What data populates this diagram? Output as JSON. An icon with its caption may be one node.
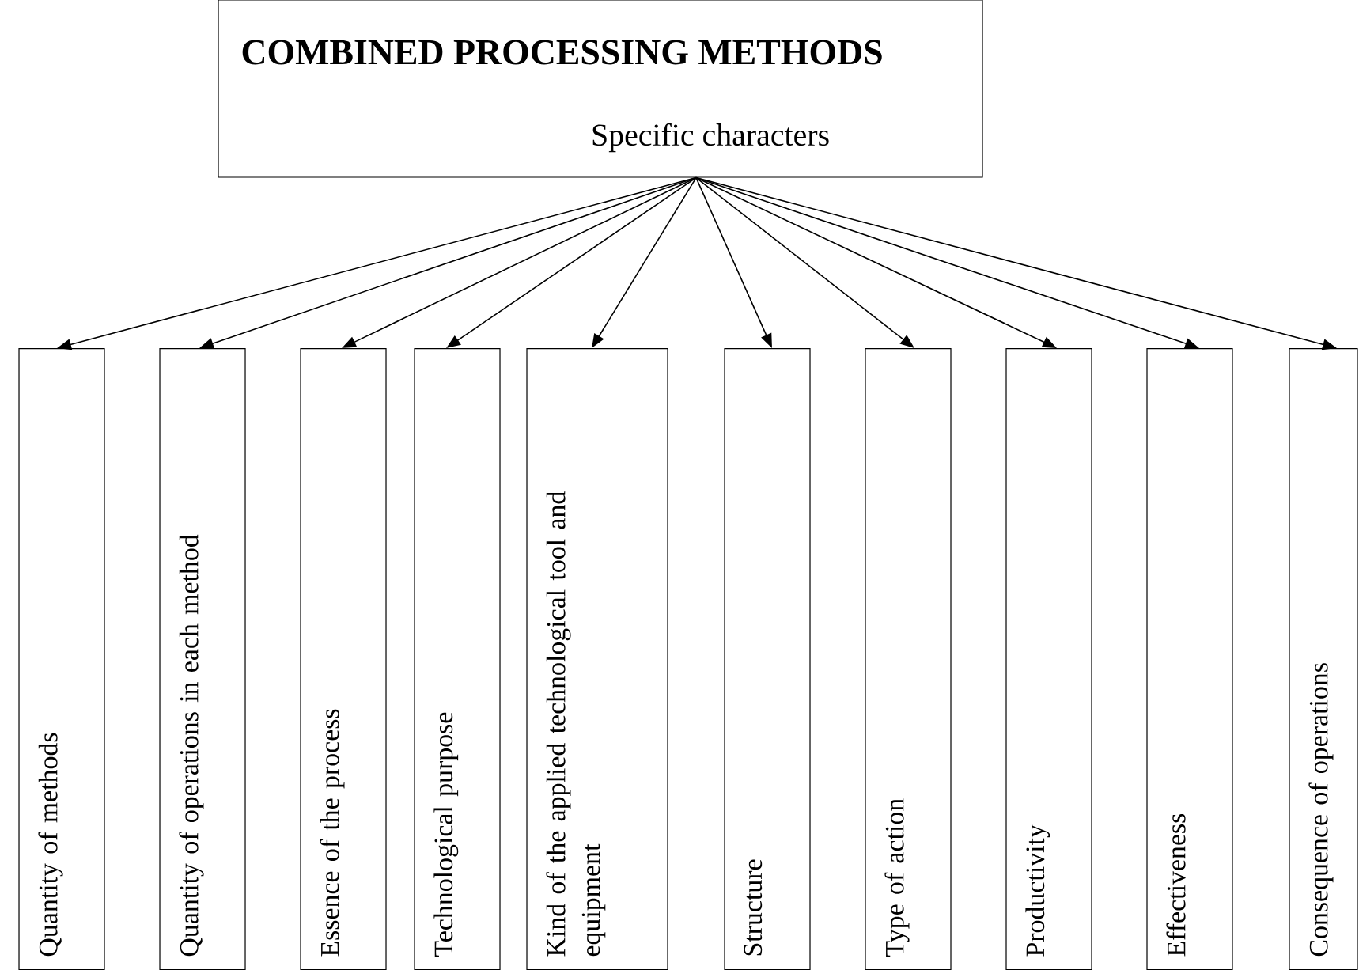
{
  "diagram": {
    "nodes": [
      {
        "text": [
          "COMBINED PROCESSING METHODS",
          "Specific characters"
        ]
      },
      {
        "text": [
          "Quantity of methods"
        ]
      },
      {
        "text": [
          "Quantity of operations in each method"
        ]
      },
      {
        "text": [
          "Essence of the process"
        ]
      },
      {
        "text": [
          "Technological purpose"
        ]
      },
      {
        "text": [
          "Kind of the applied technological tool and equipment"
        ]
      },
      {
        "text": [
          "Structure"
        ]
      },
      {
        "text": [
          "Type of action"
        ]
      },
      {
        "text": [
          "Productivity"
        ]
      },
      {
        "text": [
          "Effectiveness"
        ]
      },
      {
        "text": [
          "Consequence of operations"
        ]
      }
    ],
    "edges": [
      {
        "from": 0,
        "to": 1,
        "arrow": "to"
      },
      {
        "from": 0,
        "to": 2,
        "arrow": "to"
      },
      {
        "from": 0,
        "to": 3,
        "arrow": "to"
      },
      {
        "from": 0,
        "to": 4,
        "arrow": "to"
      },
      {
        "from": 0,
        "to": 5,
        "arrow": "to"
      },
      {
        "from": 0,
        "to": 6,
        "arrow": "to"
      },
      {
        "from": 0,
        "to": 7,
        "arrow": "to"
      },
      {
        "from": 0,
        "to": 8,
        "arrow": "to"
      },
      {
        "from": 0,
        "to": 9,
        "arrow": "to"
      },
      {
        "from": 0,
        "to": 10,
        "arrow": "to"
      }
    ]
  }
}
